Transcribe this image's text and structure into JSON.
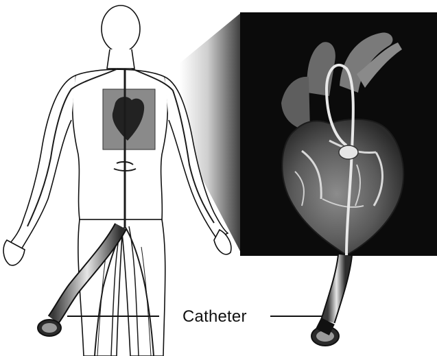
{
  "diagram": {
    "callout_label": "Catheter",
    "icons": [
      "human-body-illustration",
      "heart-closeup-illustration",
      "catheter-tube"
    ],
    "colors": {
      "background": "#ffffff",
      "panel": "#0b0b0b",
      "ink": "#111111",
      "shade": "#777777"
    }
  }
}
